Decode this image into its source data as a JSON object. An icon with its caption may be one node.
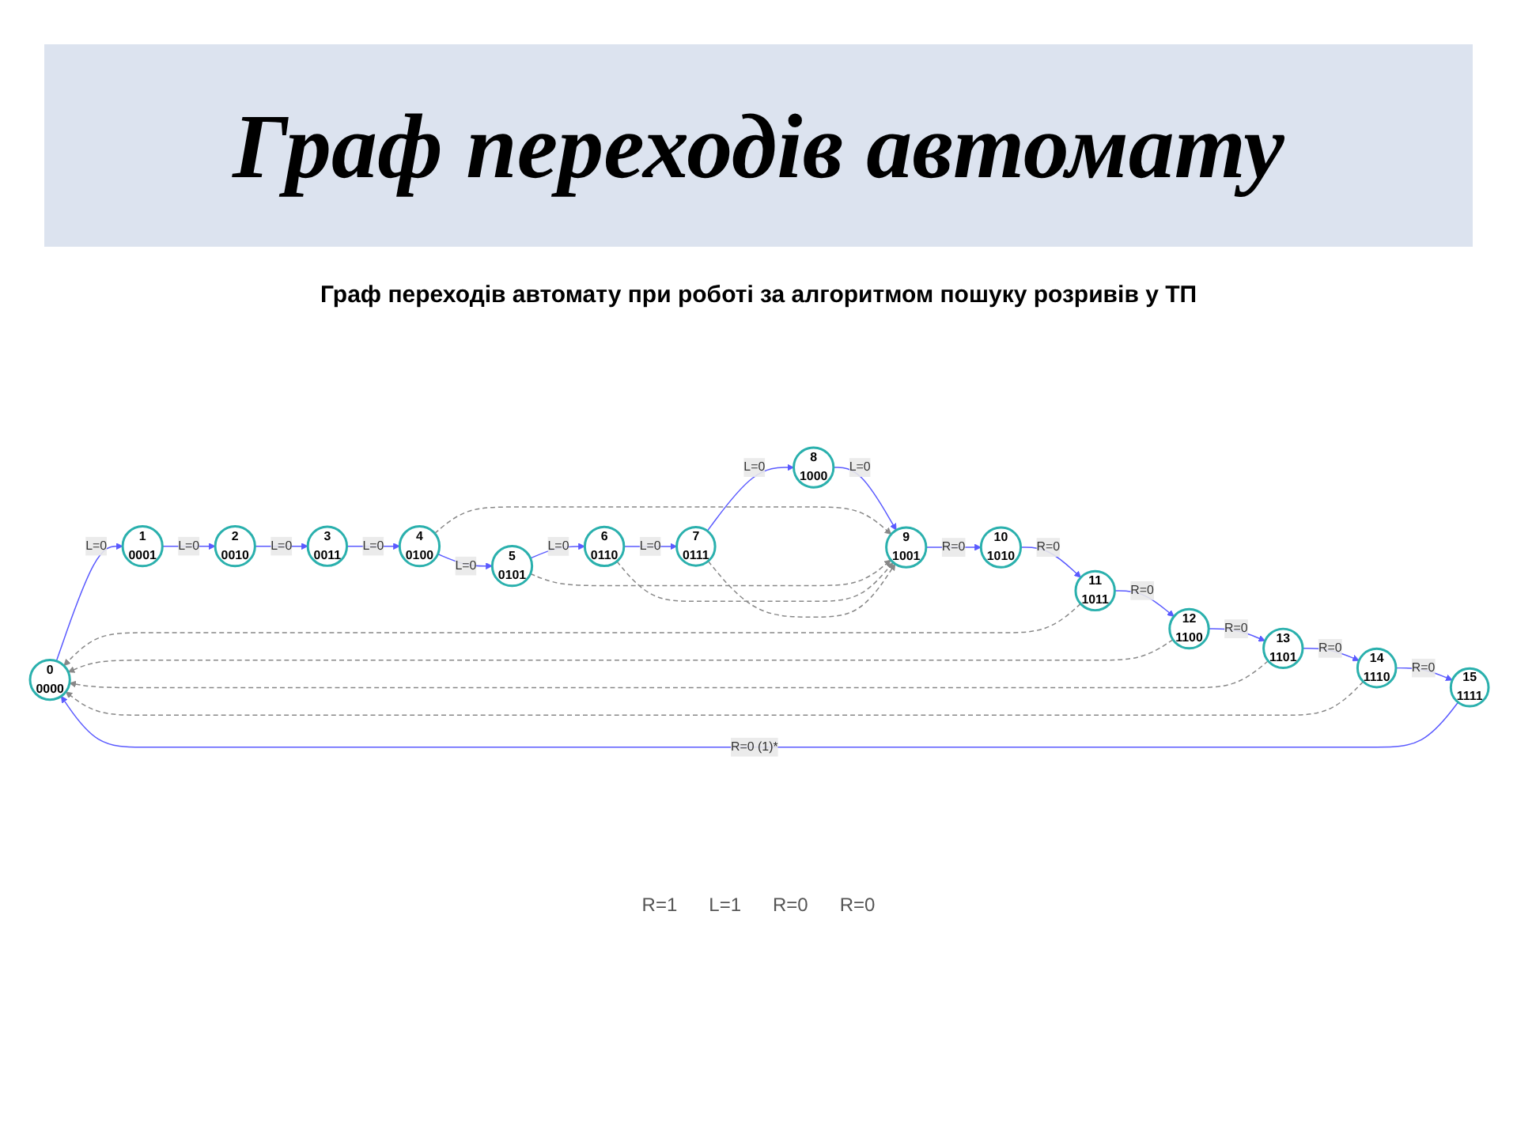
{
  "diagram": {
    "title": "Граф переходів автомату",
    "caption": "Граф переходів автомату при роботі за алгоритмом пошуку розривів у ТП",
    "nodes": [
      {
        "text": [
          "0",
          "0000"
        ]
      },
      {
        "text": [
          "1",
          "0001"
        ]
      },
      {
        "text": [
          "2",
          "0010"
        ]
      },
      {
        "text": [
          "3",
          "0011"
        ]
      },
      {
        "text": [
          "4",
          "0100"
        ]
      },
      {
        "text": [
          "5",
          "0101"
        ]
      },
      {
        "text": [
          "6",
          "0110"
        ]
      },
      {
        "text": [
          "7",
          "0111"
        ]
      },
      {
        "text": [
          "8",
          "1000"
        ]
      },
      {
        "text": [
          "9",
          "1001"
        ]
      },
      {
        "text": [
          "10",
          "1010"
        ]
      },
      {
        "text": [
          "11",
          "1011"
        ]
      },
      {
        "text": [
          "12",
          "1100"
        ]
      },
      {
        "text": [
          "13",
          "1101"
        ]
      },
      {
        "text": [
          "14",
          "1110"
        ]
      },
      {
        "text": [
          "15",
          "1111"
        ]
      }
    ],
    "edges": [
      {
        "from": 0,
        "to": 1,
        "arrow": "to",
        "label": "L=0"
      },
      {
        "from": 1,
        "to": 2,
        "arrow": "to",
        "label": "L=0"
      },
      {
        "from": 2,
        "to": 3,
        "arrow": "to",
        "label": "L=0"
      },
      {
        "from": 3,
        "to": 4,
        "arrow": "to",
        "label": "L=0"
      },
      {
        "from": 4,
        "to": 5,
        "arrow": "to",
        "label": "L=0"
      },
      {
        "from": 5,
        "to": 6,
        "arrow": "to",
        "label": "L=0"
      },
      {
        "from": 6,
        "to": 7,
        "arrow": "to",
        "label": "L=0"
      },
      {
        "from": 7,
        "to": 8,
        "arrow": "to",
        "label": "L=0"
      },
      {
        "from": 8,
        "to": 9,
        "arrow": "to",
        "label": "L=0"
      },
      {
        "from": 9,
        "to": 10,
        "arrow": "to",
        "label": "R=0"
      },
      {
        "from": 10,
        "to": 11,
        "arrow": "to",
        "label": "R=0"
      },
      {
        "from": 11,
        "to": 12,
        "arrow": "to",
        "label": "R=0"
      },
      {
        "from": 12,
        "to": 13,
        "arrow": "to",
        "label": "R=0"
      },
      {
        "from": 13,
        "to": 14,
        "arrow": "to",
        "label": "R=0"
      },
      {
        "from": 14,
        "to": 15,
        "arrow": "to",
        "label": "R=0"
      },
      {
        "from": 15,
        "to": 0,
        "arrow": "to",
        "label": "R=0 (1)*"
      },
      {
        "from": 4,
        "to": 9,
        "arrow": "to",
        "style": "dashed",
        "color": "#888888"
      },
      {
        "from": 5,
        "to": 9,
        "arrow": "to",
        "style": "dashed",
        "color": "#888888"
      },
      {
        "from": 6,
        "to": 9,
        "arrow": "to",
        "style": "dashed",
        "color": "#888888"
      },
      {
        "from": 7,
        "to": 9,
        "arrow": "to",
        "style": "dashed",
        "color": "#888888"
      },
      {
        "from": 11,
        "to": 0,
        "arrow": "to",
        "style": "dashed",
        "color": "#888888"
      },
      {
        "from": 12,
        "to": 0,
        "arrow": "to",
        "style": "dashed",
        "color": "#888888"
      },
      {
        "from": 13,
        "to": 0,
        "arrow": "to",
        "style": "dashed",
        "color": "#888888"
      },
      {
        "from": 14,
        "to": 0,
        "arrow": "to",
        "style": "dashed",
        "color": "#888888"
      }
    ],
    "labels": [
      "R=1",
      "L=1",
      "R=0",
      "R=0"
    ]
  }
}
